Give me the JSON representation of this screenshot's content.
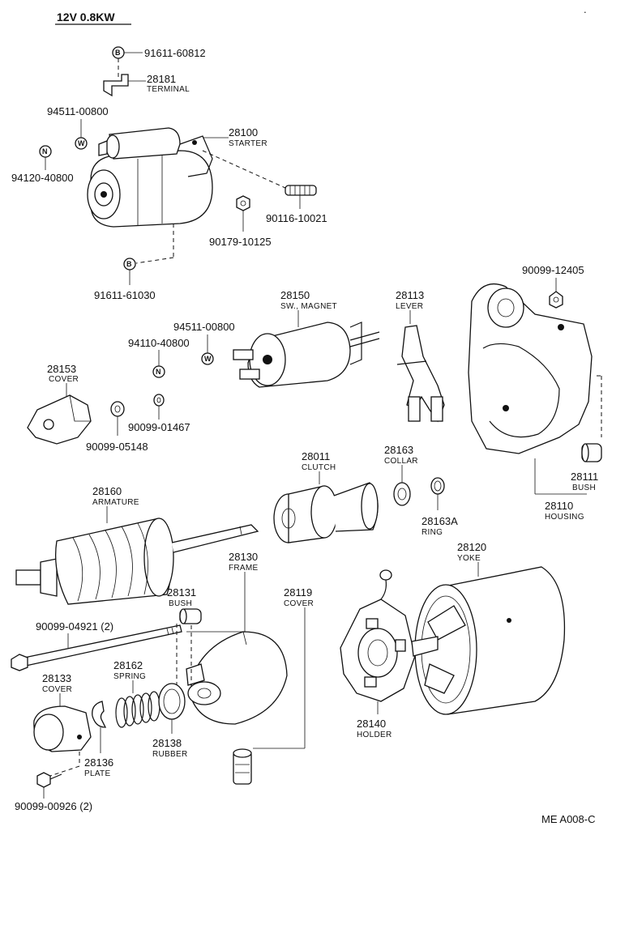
{
  "title": "12V 0.8KW",
  "reference": "ME A008-C",
  "parts": {
    "p_91611_60812": {
      "num": "91611-60812"
    },
    "p_28181": {
      "num": "28181",
      "name": "TERMINAL"
    },
    "p_94511_00800_a": {
      "num": "94511-00800"
    },
    "p_94120_40800": {
      "num": "94120-40800"
    },
    "p_28100": {
      "num": "28100",
      "name": "STARTER"
    },
    "p_90116_10021": {
      "num": "90116-10021"
    },
    "p_90179_10125": {
      "num": "90179-10125"
    },
    "p_91611_61030": {
      "num": "91611-61030"
    },
    "p_90099_12405": {
      "num": "90099-12405"
    },
    "p_28150": {
      "num": "28150",
      "name": "SW., MAGNET"
    },
    "p_28113": {
      "num": "28113",
      "name": "LEVER"
    },
    "p_94511_00800_b": {
      "num": "94511-00800"
    },
    "p_94110_40800": {
      "num": "94110-40800"
    },
    "p_28153": {
      "num": "28153",
      "name": "COVER"
    },
    "p_90099_01467": {
      "num": "90099-01467"
    },
    "p_90099_05148": {
      "num": "90099-05148"
    },
    "p_28011": {
      "num": "28011",
      "name": "CLUTCH"
    },
    "p_28163": {
      "num": "28163",
      "name": "COLLAR"
    },
    "p_28163A": {
      "num": "28163A",
      "name": "RING"
    },
    "p_28111": {
      "num": "28111",
      "name": "BUSH"
    },
    "p_28110": {
      "num": "28110",
      "name": "HOUSING"
    },
    "p_28160": {
      "num": "28160",
      "name": "ARMATURE"
    },
    "p_28130": {
      "num": "28130",
      "name": "FRAME"
    },
    "p_28120": {
      "num": "28120",
      "name": "YOKE"
    },
    "p_28131": {
      "num": "28131",
      "name": "BUSH"
    },
    "p_28119": {
      "num": "28119",
      "name": "COVER"
    },
    "p_90099_04921": {
      "num": "90099-04921 (2)"
    },
    "p_28162": {
      "num": "28162",
      "name": "SPRING"
    },
    "p_28133": {
      "num": "28133",
      "name": "COVER"
    },
    "p_28138": {
      "num": "28138",
      "name": "RUBBER"
    },
    "p_28136": {
      "num": "28136",
      "name": "PLATE"
    },
    "p_28140": {
      "num": "28140",
      "name": "HOLDER"
    },
    "p_90099_00926": {
      "num": "90099-00926 (2)"
    }
  },
  "symbols": {
    "bolt": "B",
    "nut": "N",
    "washer": "W"
  }
}
